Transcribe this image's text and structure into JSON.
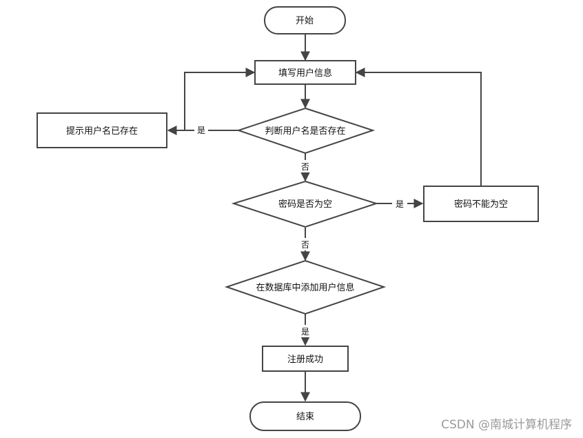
{
  "nodes": {
    "start": "开始",
    "fill_info": "填写用户信息",
    "check_user": "判断用户名是否存在",
    "user_exists_msg": "提示用户名已存在",
    "check_pwd": "密码是否为空",
    "pwd_empty_msg": "密码不能为空",
    "add_db": "在数据库中添加用户信息",
    "success": "注册成功",
    "end": "结束"
  },
  "edges": {
    "user_yes": "是",
    "user_no": "否",
    "pwd_yes": "是",
    "pwd_no": "否",
    "db_yes": "是"
  },
  "watermark": "CSDN @南城计算机程序"
}
